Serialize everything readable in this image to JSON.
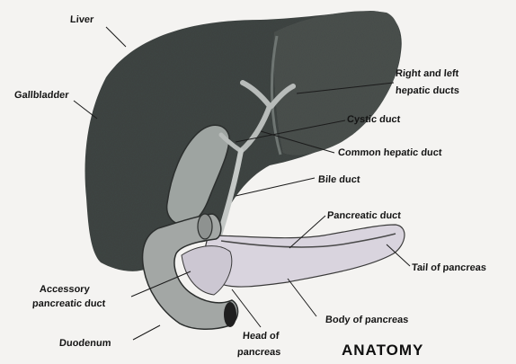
{
  "diagram": {
    "labels": {
      "liver": "Liver",
      "gallbladder": "Gallbladder",
      "hepatic_ducts_line1": "Right and left",
      "hepatic_ducts_line2": "hepatic ducts",
      "cystic_duct": "Cystic duct",
      "common_hepatic_duct": "Common hepatic duct",
      "bile_duct": "Bile duct",
      "pancreatic_duct": "Pancreatic duct",
      "tail_of_pancreas": "Tail of pancreas",
      "accessory_duct_line1": "Accessory",
      "accessory_duct_line2": "pancreatic duct",
      "body_of_pancreas": "Body of pancreas",
      "duodenum": "Duodenum",
      "head_of_pancreas_line1": "Head of",
      "head_of_pancreas_line2": "pancreas"
    },
    "watermark": "ANATOMY",
    "colors": {
      "background": "#f4f3f1",
      "liver": "#3f4543",
      "liver_right_lobe": "#4a504d",
      "gallbladder": "#9ea4a1",
      "pancreas": "#d9d4de",
      "duodenum": "#a3a7a5",
      "lines": "#1b1b1b"
    }
  }
}
